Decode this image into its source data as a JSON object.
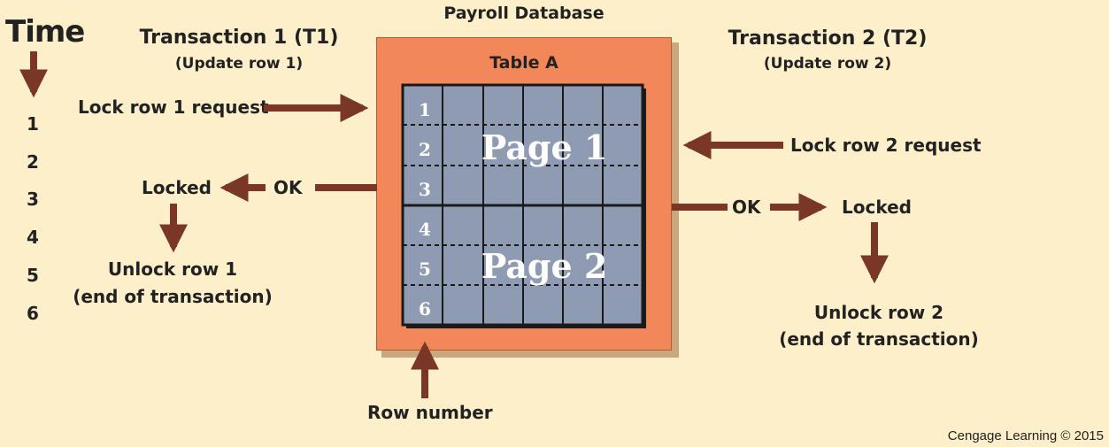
{
  "time": {
    "title": "Time",
    "ticks": [
      "1",
      "2",
      "3",
      "4",
      "5",
      "6"
    ]
  },
  "database": {
    "title": "Payroll Database",
    "table_title": "Table A",
    "page1": "Page 1",
    "page2": "Page 2",
    "row_numbers": [
      "1",
      "2",
      "3",
      "4",
      "5",
      "6"
    ],
    "row_number_label": "Row number"
  },
  "t1": {
    "title": "Transaction 1 (T1)",
    "subtitle": "(Update row 1)",
    "lock_request": "Lock row 1 request",
    "ok": "OK",
    "locked": "Locked",
    "unlock_line1": "Unlock row 1",
    "unlock_line2": "(end of transaction)"
  },
  "t2": {
    "title": "Transaction 2 (T2)",
    "subtitle": "(Update row 2)",
    "lock_request": "Lock row 2 request",
    "ok": "OK",
    "locked": "Locked",
    "unlock_line1": "Unlock row 2",
    "unlock_line2": "(end of transaction)"
  },
  "credit": "Cengage Learning © 2015",
  "colors": {
    "background": "#fcefc9",
    "arrow": "#7a3626",
    "db_box": "#f2885a",
    "grid_cell": "#8f9bb3",
    "grid_border": "#1a1a1a"
  }
}
